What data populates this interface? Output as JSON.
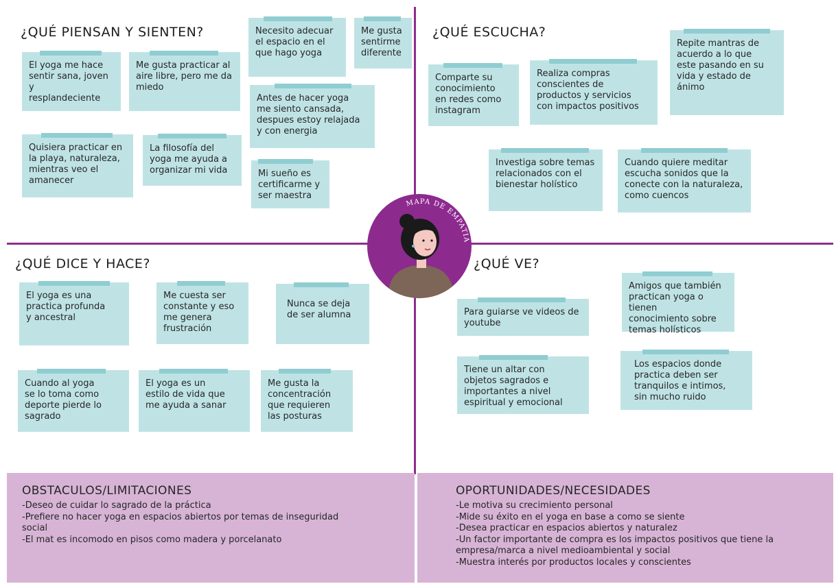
{
  "quadrants": {
    "think_feel": {
      "title": "¿QUÉ PIENSAN Y SIENTEN?",
      "notes": [
        "El yoga me hace\nsentir sana, joven y\nresplandeciente",
        "Me gusta practicar al\naire libre, pero me da\nmiedo",
        "Necesito adecuar\nel espacio en el\nque hago yoga",
        "Me gusta\nsentirme\ndiferente",
        "Antes de hacer yoga\nme siento cansada,\ndespues estoy relajada\ny con energia",
        "Quisiera practicar en\nla playa, naturaleza,\nmientras veo el\namanecer",
        "La filosofía del\nyoga me ayuda a\norganizar mi vida",
        "Mi sueño es\ncertificarme y\nser maestra"
      ]
    },
    "hear": {
      "title": "¿QUÉ ESCUCHA?",
      "notes": [
        "Comparte su\nconocimiento\nen redes como\ninstagram",
        "Realiza compras\nconscientes de\nproductos y servicios\ncon impactos positivos",
        "Repite mantras de\nacuerdo a lo que\neste pasando en su\nvida y estado de\nánimo",
        "Investiga sobre temas\nrelacionados con el\nbienestar holístico",
        "Cuando quiere meditar\nescucha sonidos que la\nconecte con la naturaleza,\ncomo cuencos"
      ]
    },
    "say_do": {
      "title": "¿QUÉ DICE Y HACE?",
      "notes": [
        "El yoga es una\npractica profunda\ny ancestral",
        "Me cuesta ser\nconstante y eso\nme genera\nfrustración",
        "Nunca se deja\nde ser alumna",
        "Cuando al yoga\nse lo toma como\ndeporte pierde lo\nsagrado",
        "El yoga es un\nestilo de vida que\nme ayuda a sanar",
        "Me gusta la\nconcentración\nque requieren\nlas posturas"
      ]
    },
    "see": {
      "title": "¿QUÉ VE?",
      "notes": [
        "Amigos que también\npractican yoga o tienen\nconocimiento sobre\ntemas holísticos",
        "Para guiarse ve videos de\nyoutube",
        "Tiene un altar con\nobjetos sagrados e\nimportantes a nivel\nespiritual y emocional",
        "Los espacios donde\npractica deben ser\ntranquilos e intimos,\nsin mucho ruido"
      ]
    }
  },
  "center": {
    "label": "MAPA DE EMPATIA"
  },
  "obstacles": {
    "title": "OBSTACULOS/LIMITACIONES",
    "text": "-Deseo de cuidar lo sagrado de la práctica\n-Prefiere no hacer yoga en espacios abiertos por temas de inseguridad\nsocial\n-El mat es incomodo en pisos como madera y porcelanato"
  },
  "opportunities": {
    "title": "OPORTUNIDADES/NECESIDADES",
    "text": "-Le motiva su crecimiento personal\n-Mide su éxito en el yoga en base a como se siente\n-Desea practicar en espacios abiertos y naturalez\n-Un factor importante de compra es los impactos positivos que tiene la\nempresa/marca a nivel medioambiental y social\n-Muestra interés por productos locales y conscientes"
  },
  "colors": {
    "accent": "#8c2d8c",
    "note": "#bfe3e5",
    "tape": "#8fcdd1",
    "bottom_panel": "#d7b4d6"
  }
}
